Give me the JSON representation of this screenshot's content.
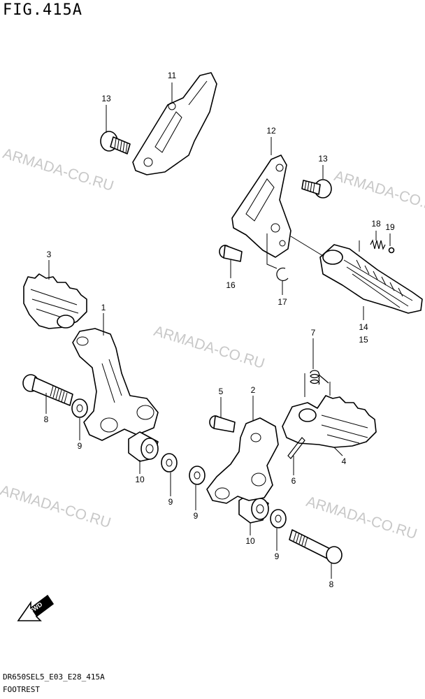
{
  "figure_title": "FIG.415A",
  "model_code": "DR650SEL5_E03_E28_415A",
  "section_name": "FOOTREST",
  "watermark": "ARMADA-CO.RU",
  "fwd_label": "FWD",
  "part_numbers": [
    "1",
    "2",
    "3",
    "4",
    "5",
    "6",
    "7",
    "8",
    "9",
    "10",
    "11",
    "12",
    "13",
    "14",
    "15",
    "16",
    "17",
    "18",
    "19"
  ]
}
